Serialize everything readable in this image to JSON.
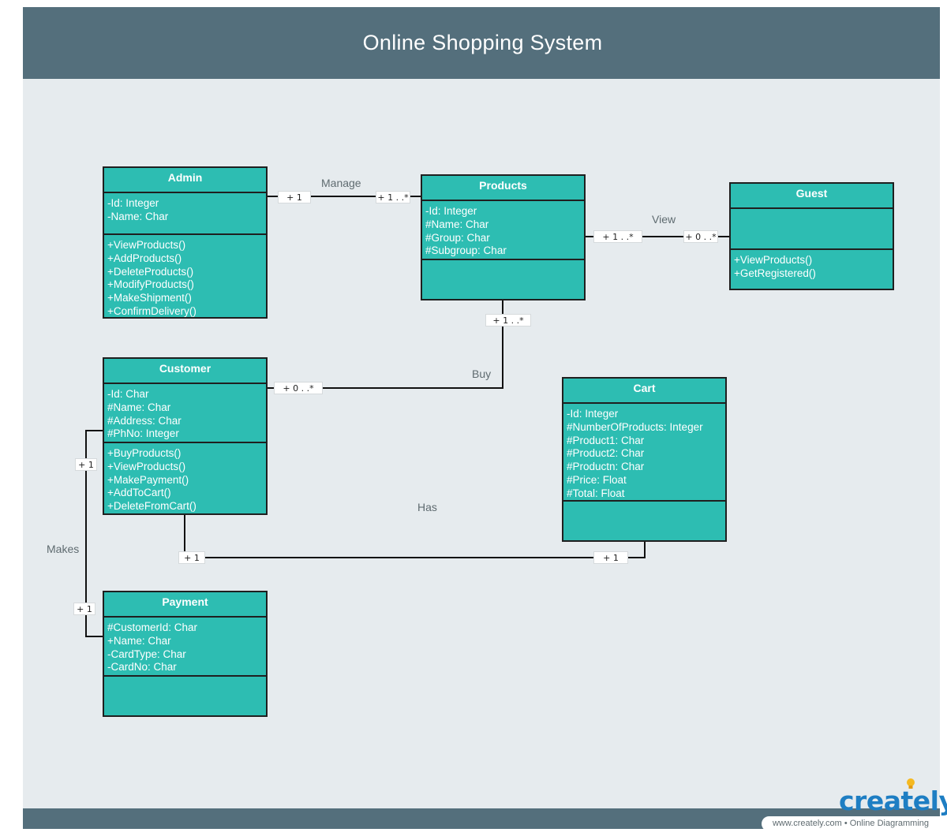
{
  "title": "Online Shopping System",
  "colors": {
    "class_fill": "#2dbdb2",
    "header_bar": "#546f7c",
    "canvas": "#e6ebee",
    "brand": "#1e7ec3"
  },
  "classes": {
    "admin": {
      "name": "Admin",
      "attributes": [
        "-Id: Integer",
        "-Name: Char"
      ],
      "methods": [
        "+ViewProducts()",
        "+AddProducts()",
        "+DeleteProducts()",
        "+ModifyProducts()",
        "+MakeShipment()",
        "+ConfirmDelivery()"
      ]
    },
    "products": {
      "name": "Products",
      "attributes": [
        "-Id: Integer",
        "#Name: Char",
        "#Group: Char",
        "#Subgroup: Char"
      ],
      "methods": []
    },
    "guest": {
      "name": "Guest",
      "attributes": [],
      "methods": [
        "+ViewProducts()",
        "+GetRegistered()"
      ]
    },
    "customer": {
      "name": "Customer",
      "attributes": [
        "-Id: Char",
        "#Name: Char",
        "#Address: Char",
        "#PhNo: Integer"
      ],
      "methods": [
        "+BuyProducts()",
        "+ViewProducts()",
        "+MakePayment()",
        "+AddToCart()",
        "+DeleteFromCart()"
      ]
    },
    "cart": {
      "name": "Cart",
      "attributes": [
        "-Id: Integer",
        "#NumberOfProducts: Integer",
        "#Product1: Char",
        "#Product2: Char",
        "#Productn: Char",
        "#Price: Float",
        "#Total: Float"
      ],
      "methods": []
    },
    "payment": {
      "name": "Payment",
      "attributes": [
        "#CustomerId: Char",
        "+Name: Char",
        "-CardType: Char",
        "-CardNo: Char"
      ],
      "methods": []
    }
  },
  "relations": {
    "manage": {
      "label": "Manage",
      "from_mult": "+ 1",
      "to_mult": "+ 1 . .*"
    },
    "view": {
      "label": "View",
      "from_mult": "+ 1 . .*",
      "to_mult": "+ 0 . .*"
    },
    "buy": {
      "label": "Buy",
      "from_mult": "+ 1 . .*",
      "to_mult": "+ 0 . .*"
    },
    "has": {
      "label": "Has",
      "from_mult": "+ 1",
      "to_mult": "+ 1"
    },
    "makes": {
      "label": "Makes",
      "from_mult": "+ 1",
      "to_mult": "+ 1"
    }
  },
  "branding": {
    "logo_text": "creately",
    "tagline": "www.creately.com • Online Diagramming"
  }
}
